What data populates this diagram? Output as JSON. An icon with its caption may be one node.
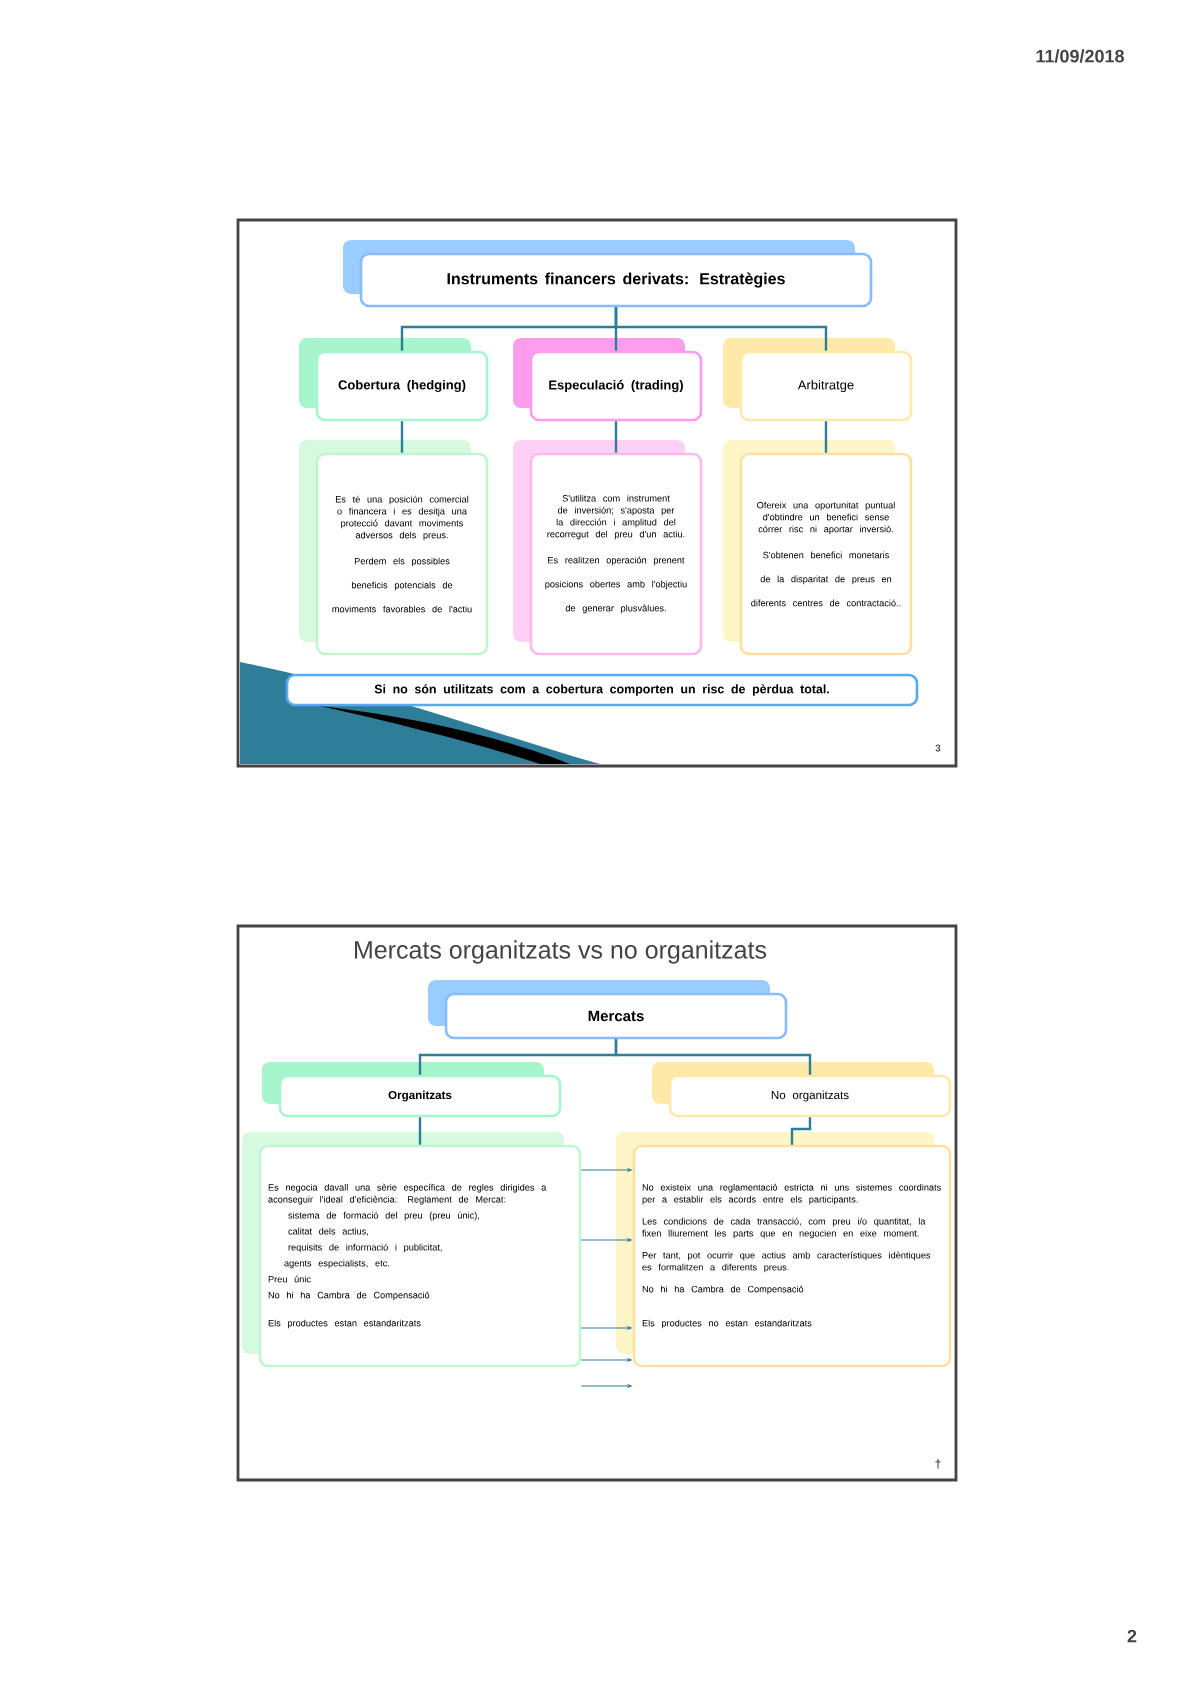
{
  "diagram": {
    "nodes": [
      {
        "text": [
          "Instruments financers derivats: Estratègies"
        ]
      },
      {
        "text": [
          "Cobertura (hedging)"
        ]
      },
      {
        "text": [
          "Especulació (trading)"
        ]
      },
      {
        "text": [
          "Arbitratge"
        ]
      },
      {
        "text": [
          "Es té una posición comercial o financera i es desitja una protecció davant moviments adversos dels preus.",
          "Perdem els possibles beneficis potencials de moviments favorables de l'actiu"
        ]
      },
      {
        "text": [
          "S'utilitza com instrument de inversión; s'aposta per la dirección i amplitud del recorregut del preu d'un actiu.",
          "Es realitzen operación prenent posicions obertes amb l'objectiu de generar plusvàlues."
        ]
      },
      {
        "text": [
          "Ofereix una oportunitat puntual d'obtindre un benefici sense córrer risc ni aportar inversió.",
          "S'obtenen benefici monetaris de la disparitat de preus en diferents centres de contractació.."
        ]
      },
      {
        "text": [
          "Si no són utilitzats com a cobertura comporten un risc de pèrdua total."
        ]
      },
      {
        "text": [
          "Mercats"
        ]
      },
      {
        "text": [
          "Organitzats"
        ]
      },
      {
        "text": [
          "No organitzats"
        ]
      },
      {
        "text": [
          "Es negocia davall una sèrie específica de regles dirigides a aconseguir l'ideal d'eficiència: Reglament de Mercat:",
          "sistema de formació del preu (preu únic),",
          "calitat dels actius,",
          "requisits de informació i publicitat,",
          "agents especialists, etc.",
          "Preu únic",
          "No hi ha Cambra de Compensació",
          "Els productes estan estandaritzats"
        ]
      },
      {
        "text": [
          "No existeix una reglamentació estricta ni uns sistemes coordinats per a establir els acords entre els participants.",
          "Les condicions de cada transacció, com preu i/o quantitat, la fixen lliurement les parts que en negocien en eixe moment.",
          "Per tant, pot ocurrir que actius amb característiques idèntiques es formalitzen a diferents preus.",
          "No hi ha Cambra de Compensació",
          "Els productes no estan estandaritzats"
        ]
      }
    ],
    "edges": [
      {
        "from": 0,
        "to": 1,
        "arrow": "none"
      },
      {
        "from": 0,
        "to": 2,
        "arrow": "none"
      },
      {
        "from": 0,
        "to": 3,
        "arrow": "none"
      },
      {
        "from": 1,
        "to": 4,
        "arrow": "none"
      },
      {
        "from": 2,
        "to": 5,
        "arrow": "none"
      },
      {
        "from": 3,
        "to": 6,
        "arrow": "none"
      },
      {
        "from": 8,
        "to": 9,
        "arrow": "none"
      },
      {
        "from": 8,
        "to": 10,
        "arrow": "none"
      },
      {
        "from": 9,
        "to": 11,
        "arrow": "none"
      },
      {
        "from": 10,
        "to": 12,
        "arrow": "none"
      },
      {
        "from": 11,
        "to": 12,
        "arrow": "to"
      },
      {
        "from": 11,
        "to": 12,
        "arrow": "to"
      },
      {
        "from": 11,
        "to": 12,
        "arrow": "to"
      },
      {
        "from": 11,
        "to": 12,
        "arrow": "to"
      },
      {
        "from": 11,
        "to": 12,
        "arrow": "to"
      }
    ],
    "labels": [
      "11/09/2018",
      "3",
      "Mercats organitzats vs no organitzats",
      "†",
      "2"
    ]
  }
}
